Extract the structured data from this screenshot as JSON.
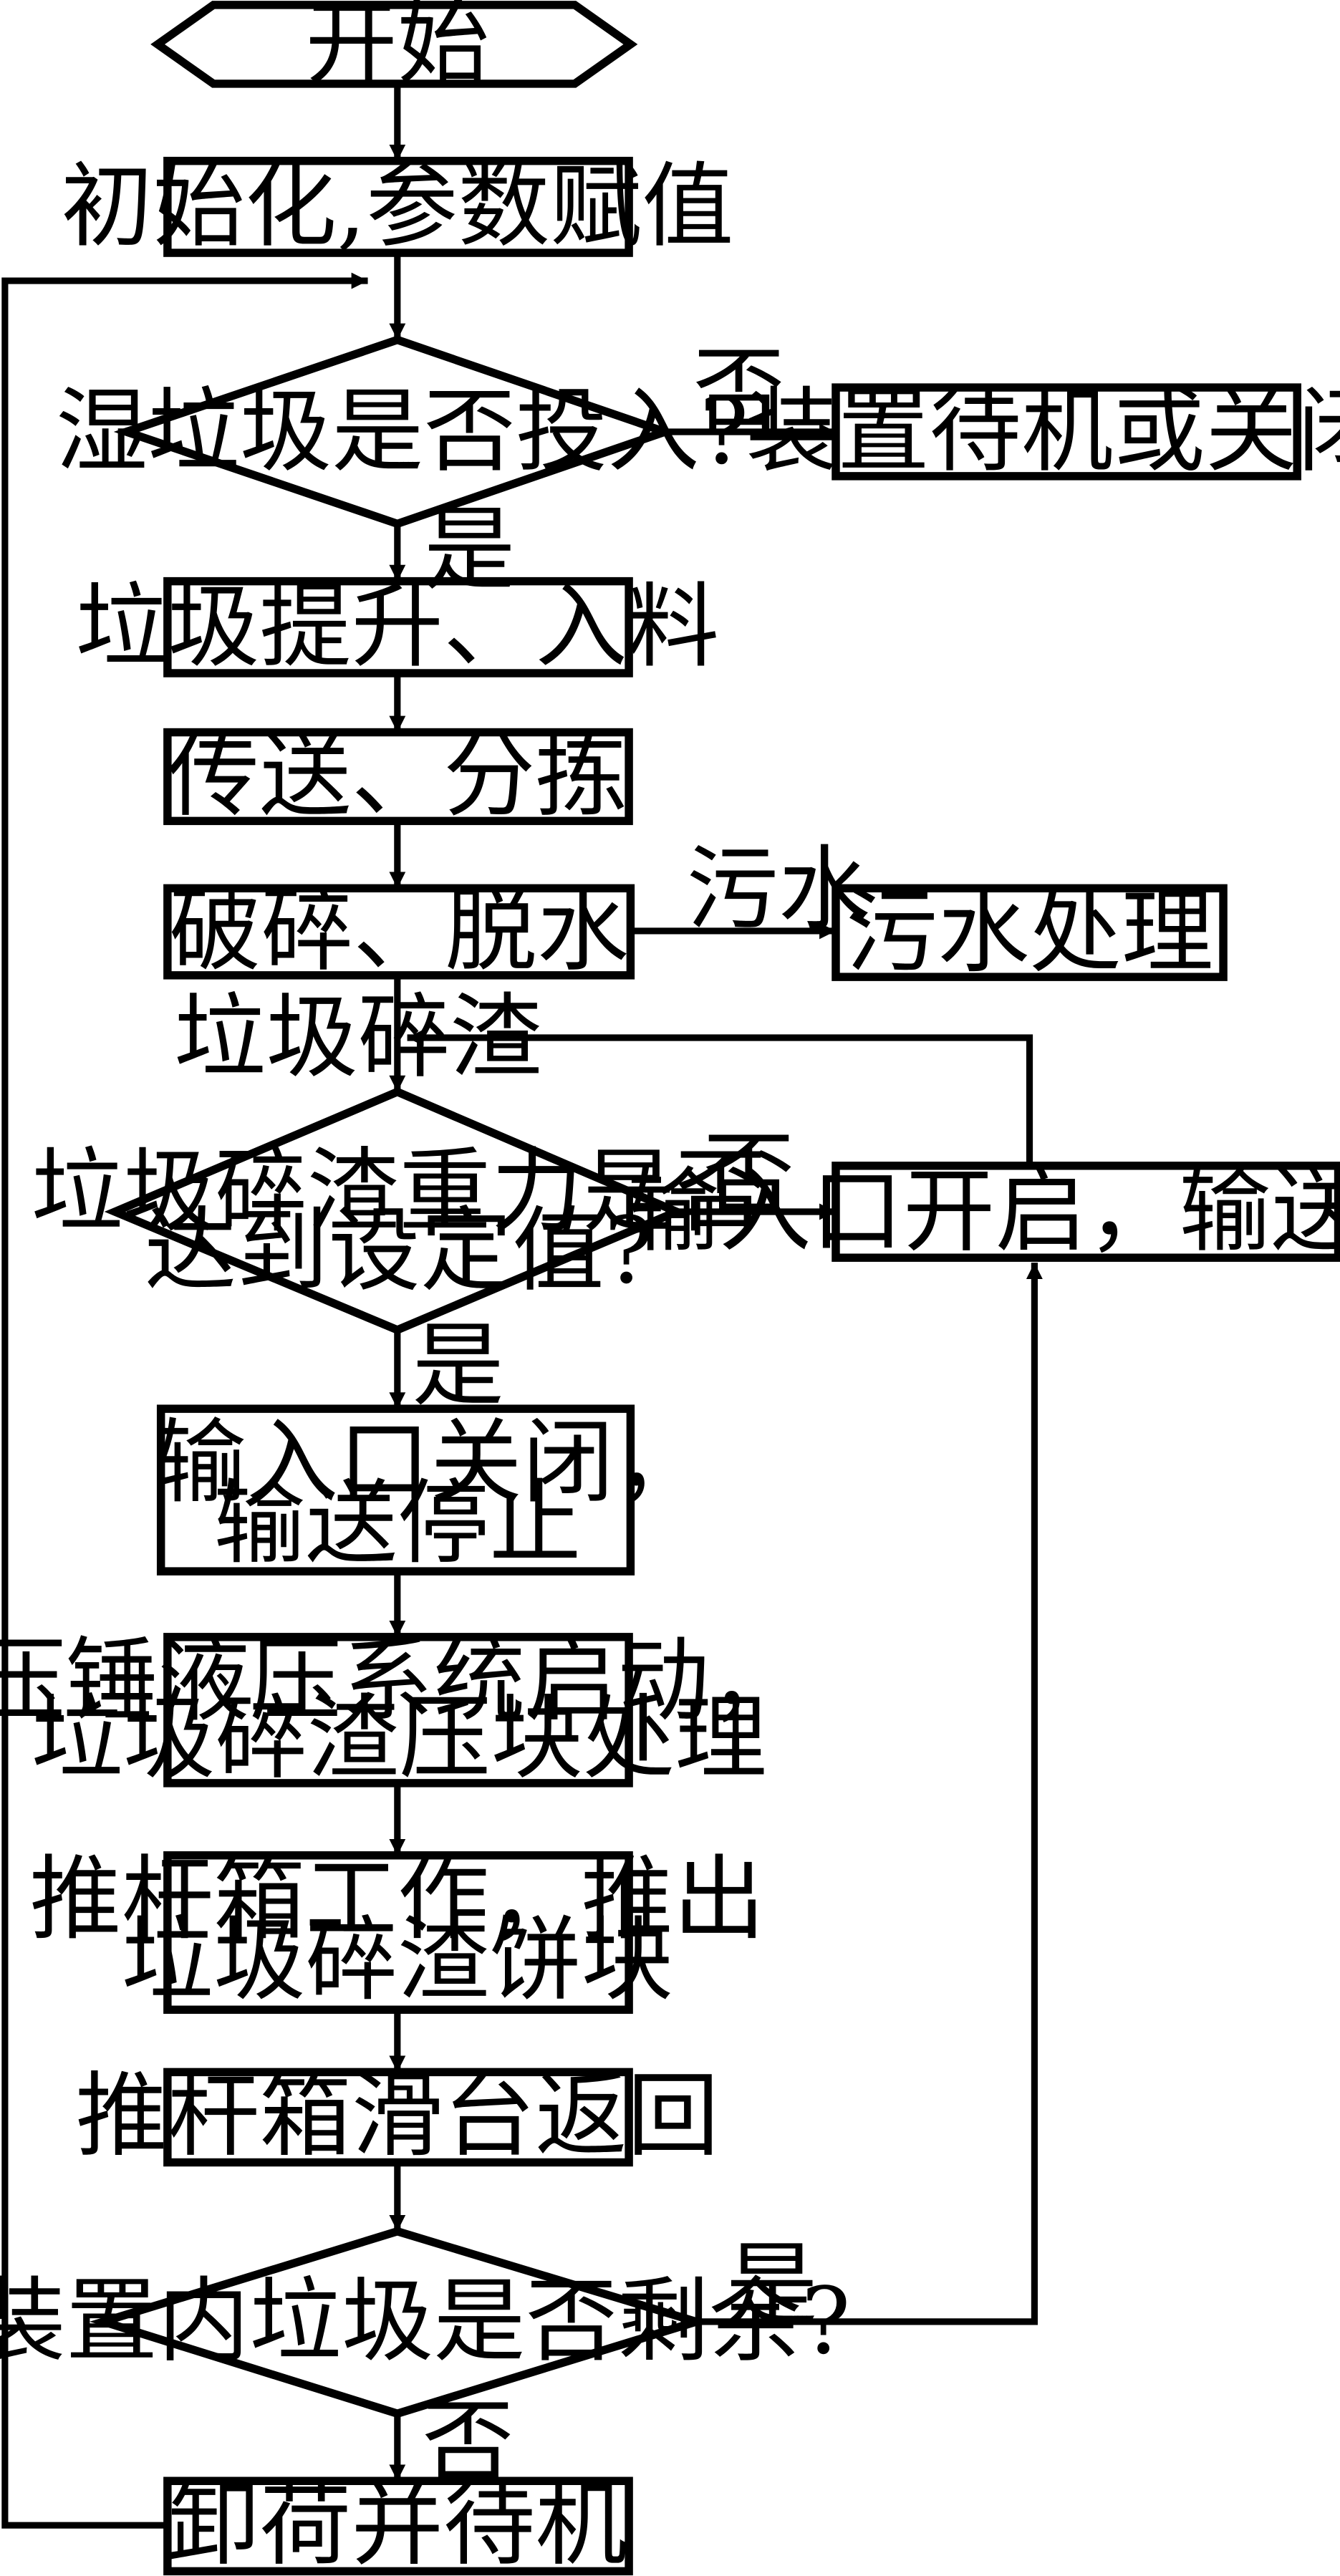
{
  "diagram": {
    "nodes": {
      "start": "开始",
      "init": "初始化,参数赋值",
      "q_wet_input": "湿垃圾是否投入?",
      "standby_or_close": "装置待机或关闭",
      "lift_feed": "垃圾提升、入料",
      "convey_sort": "传送、分拣",
      "crush_dewater": "破碎、脱水",
      "sewage_treatment": "污水处理",
      "q_weight_lines": [
        "垃圾碎渣重力是否",
        "达到设定值?"
      ],
      "open_inlet_convey": "输入口开启，输送启动",
      "close_inlet_lines": [
        "输入口关闭，",
        "输送停止"
      ],
      "hydraulic_press_lines": [
        "压锤液压系统启动，",
        "垃圾碎渣压块处理"
      ],
      "push_box_lines": [
        "推杆箱工作，推出",
        "垃圾碎渣饼块"
      ],
      "slide_return": "推杆箱滑台返回",
      "q_remaining": "装置内垃圾是否剩余?",
      "unload_standby": "卸荷并待机"
    },
    "edge_labels": {
      "no_wet_input": "否",
      "yes_wet_input": "是",
      "sewage": "污水",
      "slag": "垃圾碎渣",
      "no_weight": "否",
      "yes_weight": "是",
      "yes_remaining": "是",
      "no_remaining": "否"
    }
  }
}
